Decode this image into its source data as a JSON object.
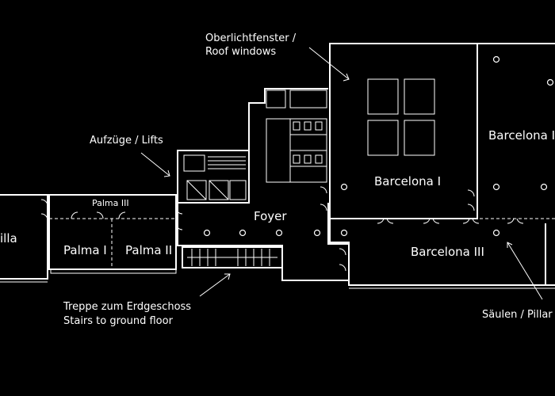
{
  "rooms": {
    "villa_fragment": "illa",
    "palma_1": "Palma I",
    "palma_2": "Palma II",
    "palma_3": "Palma III",
    "foyer": "Foyer",
    "barcelona_1": "Barcelona I",
    "barcelona_2_fragment": "Barcelona I",
    "barcelona_3": "Barcelona III"
  },
  "annotations": {
    "roof_windows_de": "Oberlichtfenster /",
    "roof_windows_en": "Roof windows",
    "lifts": "Aufzüge / Lifts",
    "stairs_de": "Treppe zum Erdgeschoss",
    "stairs_en": "Stairs to ground floor",
    "pillars": "Säulen / Pillar"
  },
  "colors": {
    "background": "#000000",
    "lines": "#ffffff"
  }
}
